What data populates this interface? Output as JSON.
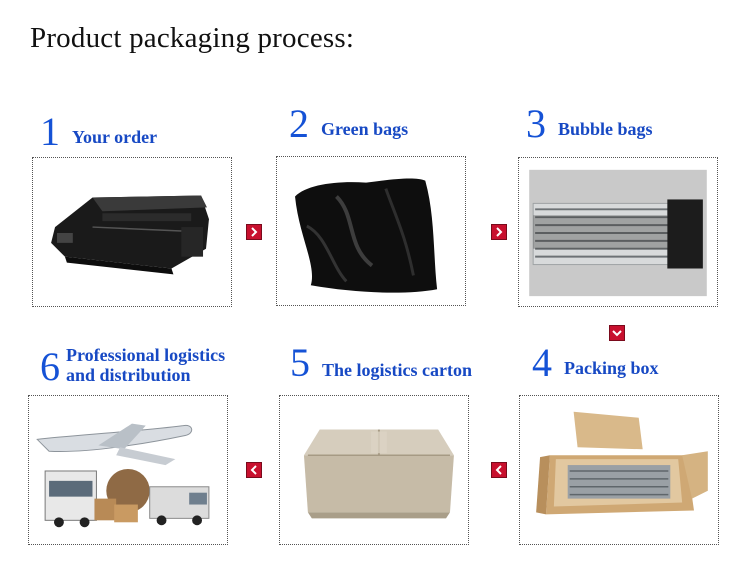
{
  "page": {
    "title": "Product packaging process:"
  },
  "steps": [
    {
      "number": "1",
      "label": "Your order",
      "image_icon": "toner-cartridge-icon"
    },
    {
      "number": "2",
      "label": "Green bags",
      "image_icon": "black-bag-icon"
    },
    {
      "number": "3",
      "label": "Bubble bags",
      "image_icon": "bubble-bag-icon"
    },
    {
      "number": "4",
      "label": "Packing box",
      "image_icon": "open-box-icon"
    },
    {
      "number": "5",
      "label": "The logistics carton",
      "image_icon": "carton-icon"
    },
    {
      "number": "6",
      "label_line1": "Professional logistics",
      "label_line2": "and distribution",
      "image_icon": "logistics-icon"
    }
  ],
  "arrows": {
    "color": "#c8102e",
    "right": "chevron-right-icon",
    "down": "chevron-down-icon",
    "left": "chevron-left-icon"
  },
  "accent": "#1749c4"
}
